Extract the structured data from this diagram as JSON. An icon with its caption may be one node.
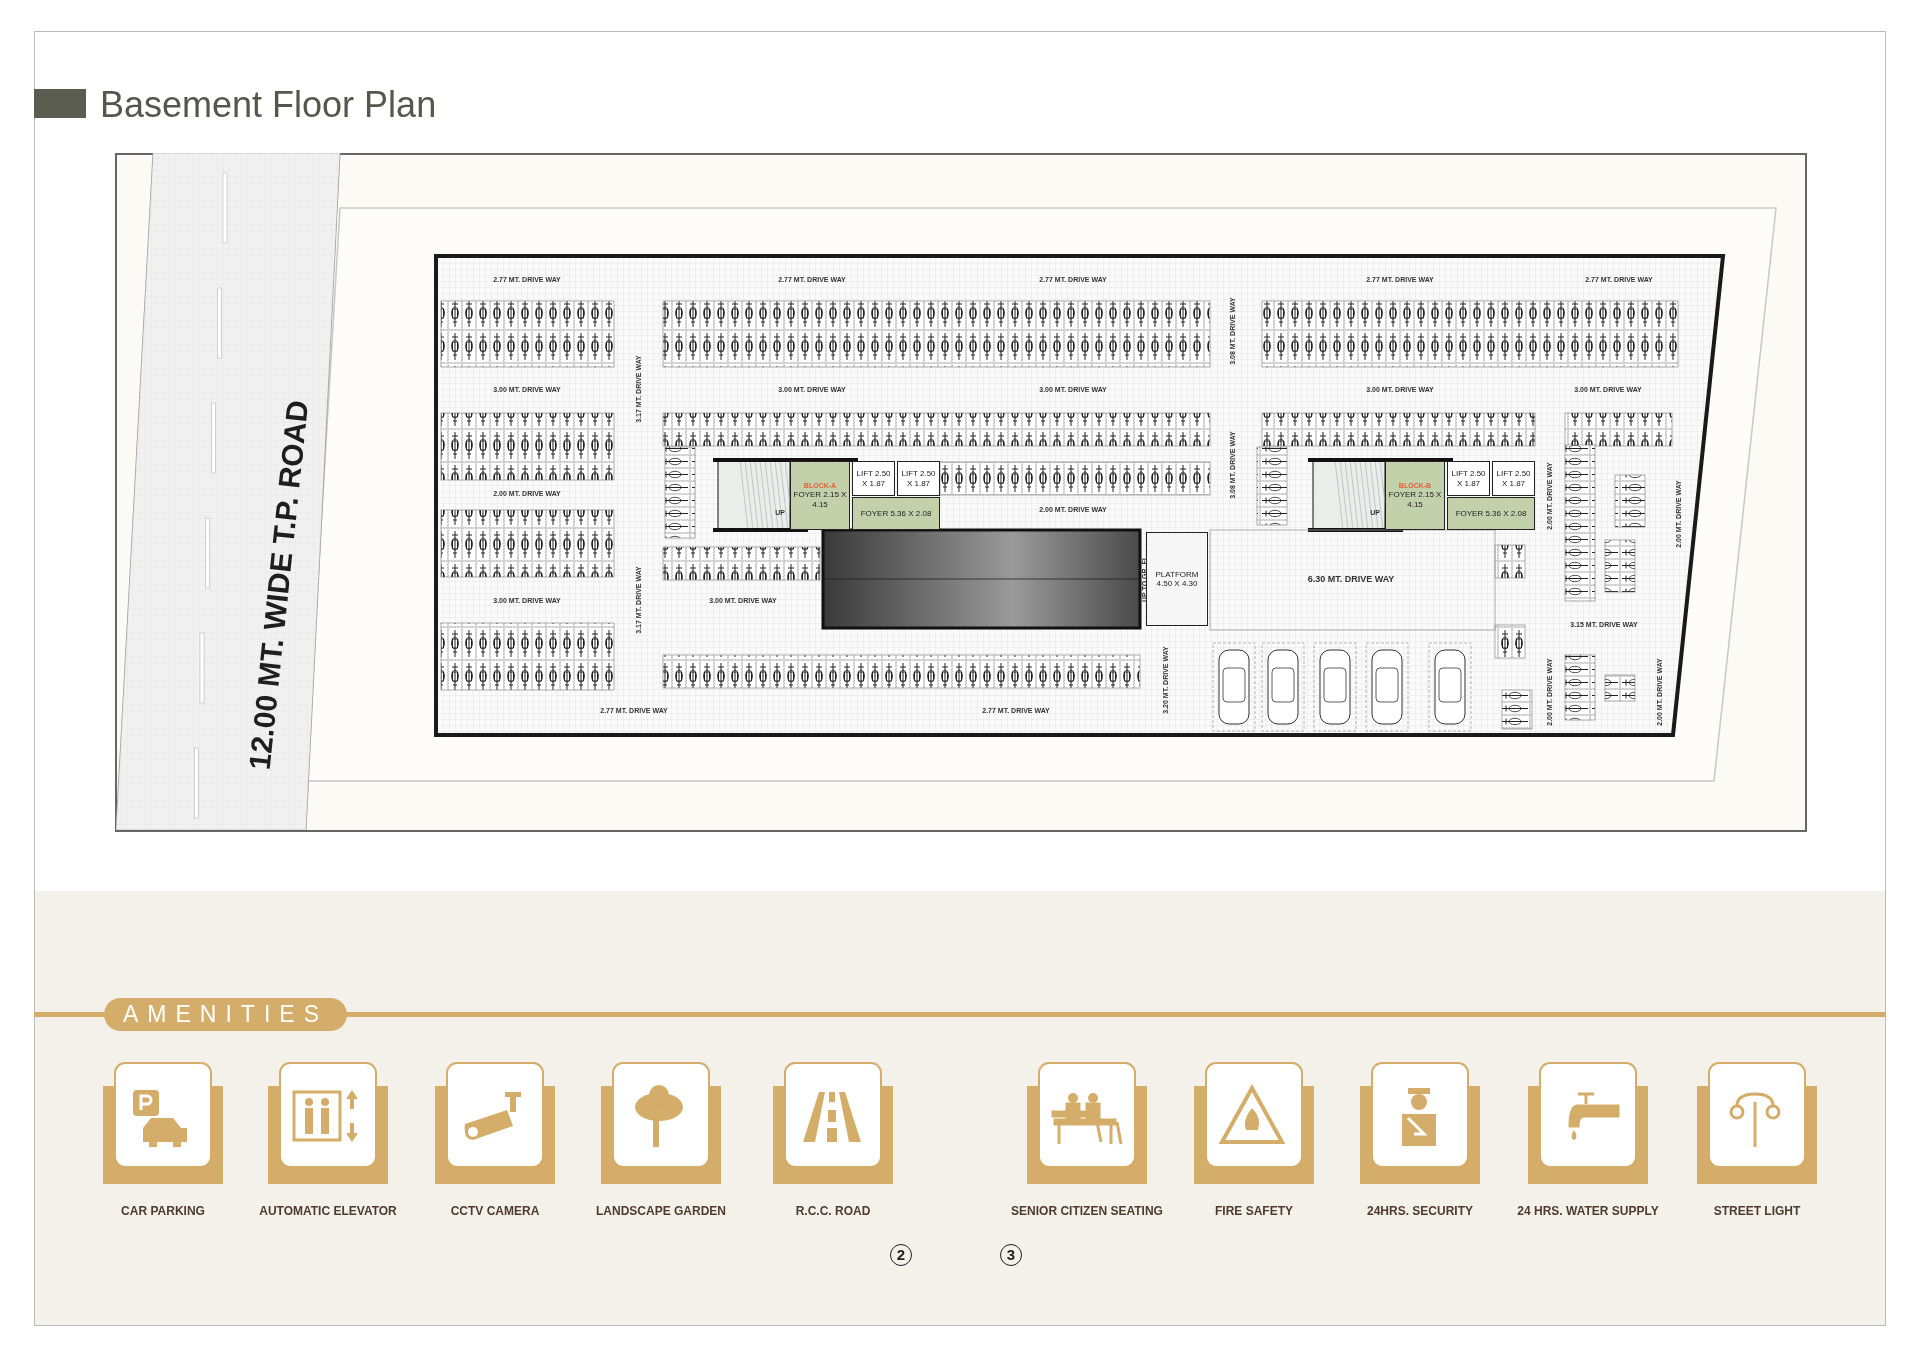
{
  "diagram": {
    "title": "Basement Floor Plan",
    "nodes": [
      {
        "text": [
          "12.00 MT. WIDE T.P. ROAD"
        ]
      },
      {
        "text": [
          "LIFT 2.50 X 1.87"
        ]
      },
      {
        "text": [
          "LIFT 2.50 X 1.87"
        ]
      },
      {
        "text": [
          "BLOCK-A",
          "FOYER 2.15 X 4.15"
        ]
      },
      {
        "text": [
          "FOYER 5.36 X 2.08"
        ]
      },
      {
        "text": [
          "PLATFORM 4.50 X 4.30"
        ]
      },
      {
        "text": [
          "LIFT 2.50 X 1.87"
        ]
      },
      {
        "text": [
          "LIFT 2.50 X 1.87"
        ]
      },
      {
        "text": [
          "BLOCK-B",
          "FOYER 2.15 X 4.15"
        ]
      },
      {
        "text": [
          "FOYER 5.36 X 2.08"
        ]
      },
      {
        "text": [
          "AMENITIES"
        ]
      },
      {
        "text": [
          "CAR PARKING"
        ]
      },
      {
        "text": [
          "AUTOMATIC ELEVATOR"
        ]
      },
      {
        "text": [
          "CCTV CAMERA"
        ]
      },
      {
        "text": [
          "LANDSCAPE GARDEN"
        ]
      },
      {
        "text": [
          "R.C.C. ROAD"
        ]
      },
      {
        "text": [
          "SENIOR CITIZEN SEATING"
        ]
      },
      {
        "text": [
          "FIRE SAFETY"
        ]
      },
      {
        "text": [
          "24HRS. SECURITY"
        ]
      },
      {
        "text": [
          "24 HRS. WATER SUPPLY"
        ]
      },
      {
        "text": [
          "STREET LIGHT"
        ]
      }
    ],
    "labels": [
      "2.77 MT. DRIVE WAY",
      "2.77 MT. DRIVE WAY",
      "2.77 MT. DRIVE WAY",
      "2.77 MT. DRIVE WAY",
      "2.77 MT. DRIVE WAY",
      "3.17 MT. DRIVE WAY",
      "3.08 MT. DRIVE WAY",
      "3.00 MT. DRIVE WAY",
      "3.00 MT. DRIVE WAY",
      "3.00 MT. DRIVE WAY",
      "3.00 MT. DRIVE WAY",
      "3.00 MT. DRIVE WAY",
      "3.08 MT. DRIVE WAY",
      "2.00 MT. DRIVE WAY",
      "UP",
      "UP",
      "2.00 MT. DRIVE WAY",
      "2.00 MT. DRIVE WAY",
      "2.00 MT. DRIVE WAY",
      "UP TO GR. FL.",
      "6.30 MT. DRIVE WAY",
      "3.00 MT. DRIVE WAY",
      "3.17 MT. DRIVE WAY",
      "3.00 MT. DRIVE WAY",
      "3.15 MT. DRIVE WAY",
      "3.20 MT. DRIVE WAY",
      "2.00 MT. DRIVE WAY",
      "2.00 MT. DRIVE WAY",
      "2.77 MT. DRIVE WAY",
      "2.77 MT. DRIVE WAY",
      "2",
      "3"
    ]
  }
}
